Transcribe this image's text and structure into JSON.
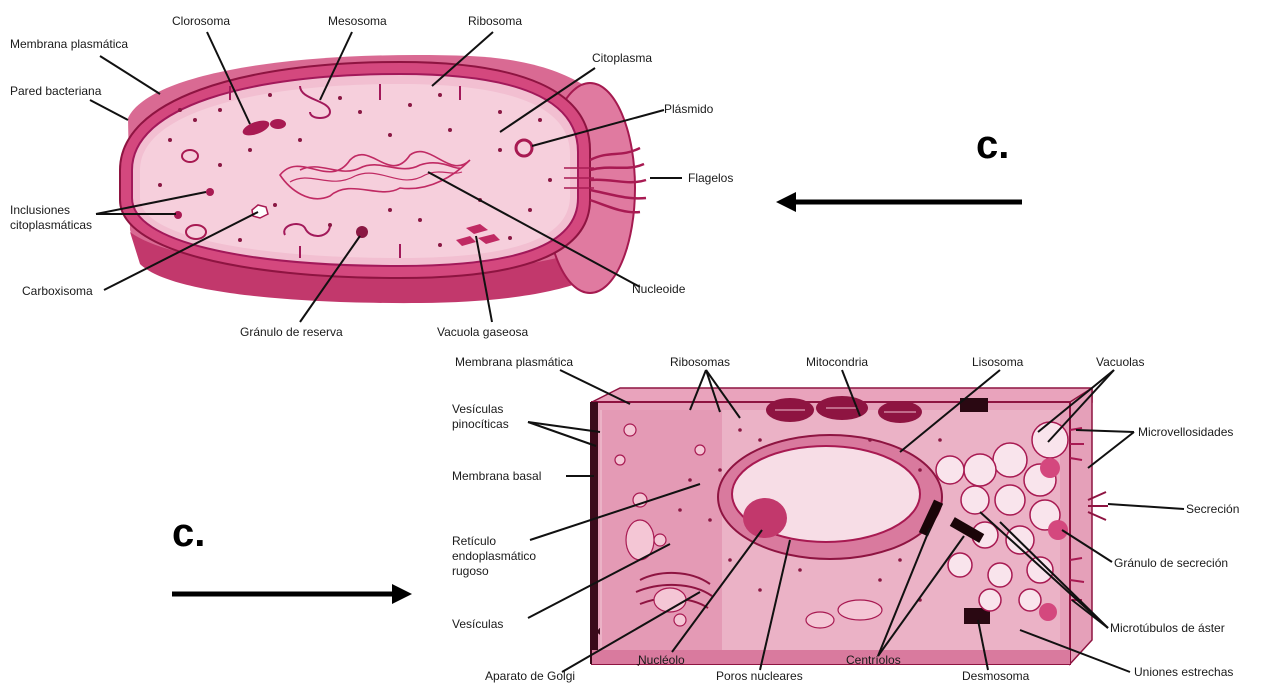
{
  "colors": {
    "membrane": "#b0205a",
    "membrane_light": "#e88aaa",
    "cytoplasm": "#f4c6d5",
    "cytoplasm_dark": "#e9a3bc",
    "dots": "#8a1843",
    "background_panel": "#fbeef3"
  },
  "prokaryote": {
    "labels": {
      "clorosoma": "Clorosoma",
      "mesosoma": "Mesosoma",
      "ribosoma": "Ribosoma",
      "membrana": "Membrana plasmática",
      "pared": "Pared bacteriana",
      "citoplasma": "Citoplasma",
      "plasmido": "Plásmido",
      "flagelos": "Flagelos",
      "inclusiones_1": "Inclusiones",
      "inclusiones_2": "citoplasmáticas",
      "carboxisoma": "Carboxisoma",
      "granulo": "Gránulo de reserva",
      "vacuola": "Vacuola gaseosa",
      "nucleoide": "Nucleoide"
    }
  },
  "eukaryote": {
    "labels": {
      "membrana": "Membrana plasmática",
      "ribosomas": "Ribosomas",
      "mitocondria": "Mitocondria",
      "lisosoma": "Lisosoma",
      "vacuolas": "Vacuolas",
      "vesiculas_pino_1": "Vesículas",
      "vesiculas_pino_2": "pinocíticas",
      "microvellosidades": "Microvellosidades",
      "membrana_basal": "Membrana basal",
      "secrecion": "Secreción",
      "reticulo_1": "Retículo",
      "reticulo_2": "endoplasmático",
      "reticulo_3": "rugoso",
      "granulo_secrecion": "Gránulo de secreción",
      "vesiculas": "Vesículas",
      "microtubulos": "Microtúbulos de áster",
      "golgi": "Aparato de Golgi",
      "nucleolo": "Nucléolo",
      "poros": "Poros nucleares",
      "centriolos": "Centríolos",
      "desmosoma": "Desmosoma",
      "uniones": "Uniones estrechas"
    }
  },
  "annotations": {
    "marker_top": "c.",
    "marker_bottom": "c."
  }
}
